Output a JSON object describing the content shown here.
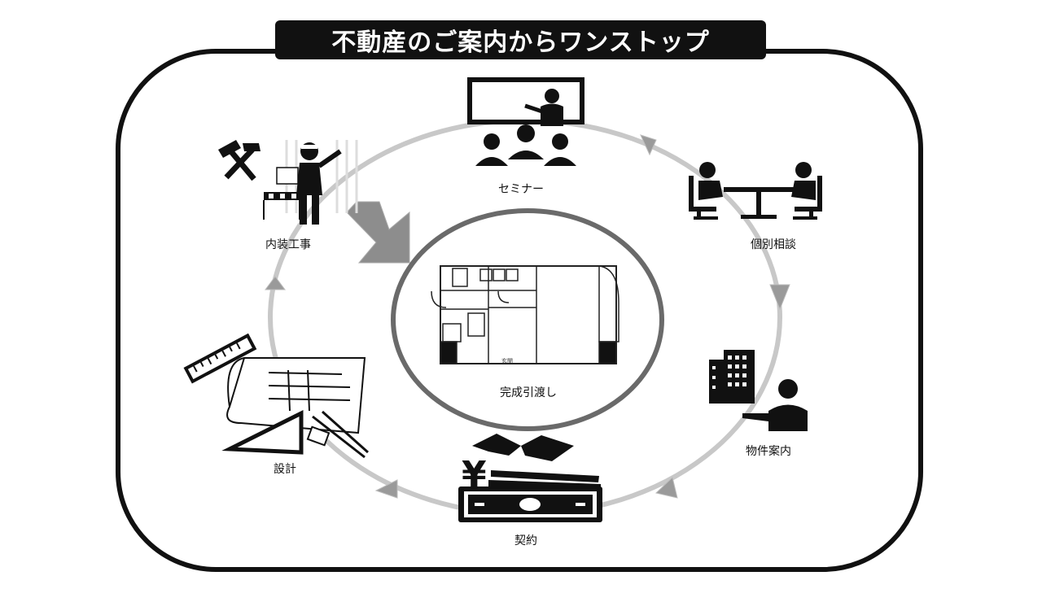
{
  "title": "不動産のご案内からワンストップ",
  "steps": {
    "seminar": "セミナー",
    "consultation": "個別相談",
    "property_tour": "物件案内",
    "contract": "契約",
    "design": "設計",
    "interior_work": "内装工事",
    "handover": "完成引渡し"
  },
  "floorplan": {
    "balcony_label": "玄関"
  }
}
